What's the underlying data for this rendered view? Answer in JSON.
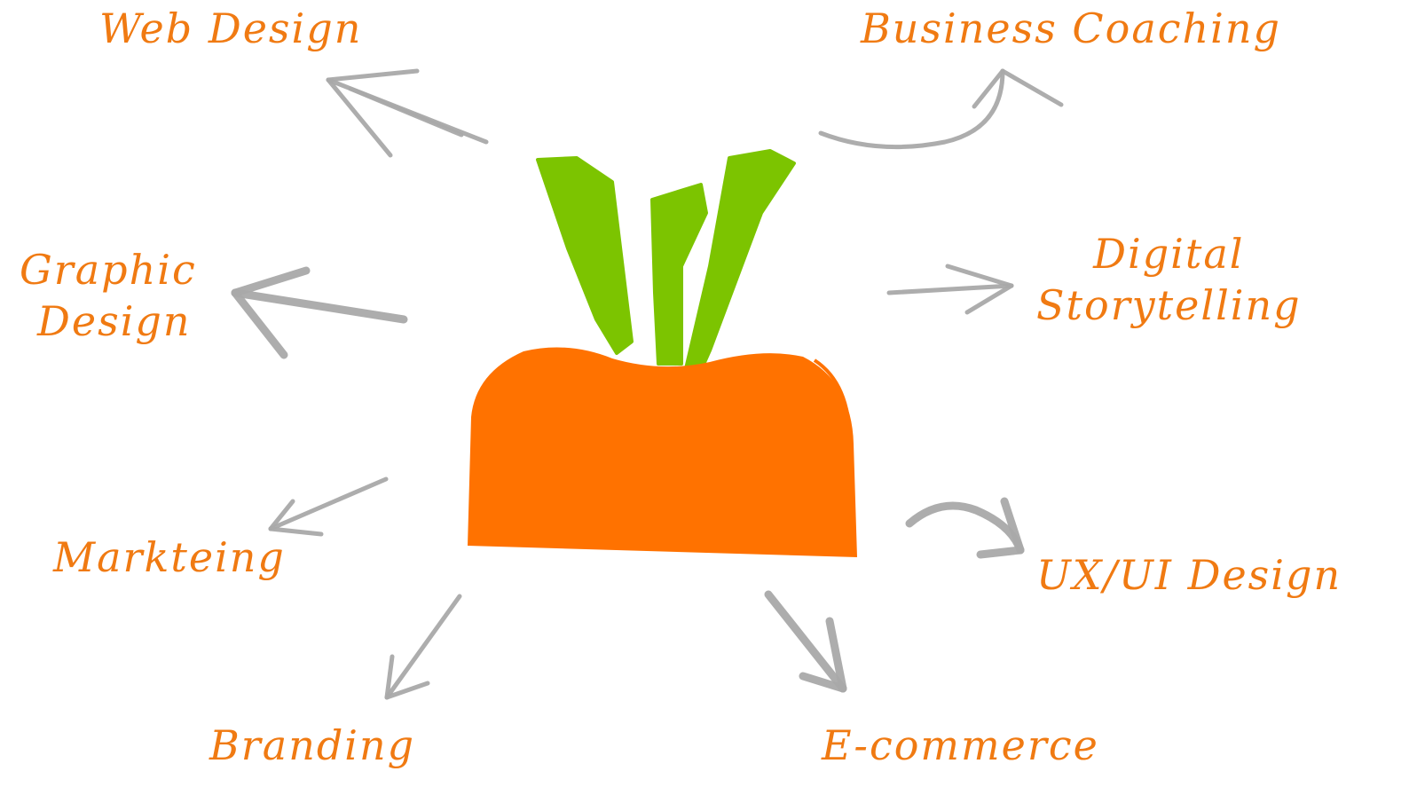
{
  "colors": {
    "text": "#F07A12",
    "carrot_body": "#FF7200",
    "carrot_leaves": "#7CC400",
    "arrow": "#A9A9A9"
  },
  "labels": {
    "web_design": "Web Design",
    "business_coaching": "Business Coaching",
    "graphic_design_line1": "Graphic",
    "graphic_design_line2": "Design",
    "digital_storytelling_line1": "Digital",
    "digital_storytelling_line2": "Storytelling",
    "marketing": "Markteing",
    "ux_ui_design": "UX/UI Design",
    "branding": "Branding",
    "ecommerce": "E-commerce"
  },
  "icons": {
    "center": "carrot-icon",
    "connectors": "arrow-icon"
  }
}
